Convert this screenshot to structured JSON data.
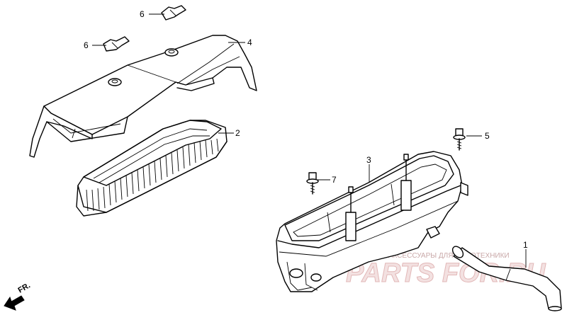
{
  "callouts": {
    "c1": "1",
    "c2": "2",
    "c3": "3",
    "c4": "4",
    "c5": "5",
    "c6a": "6",
    "c6b": "6",
    "c7": "7"
  },
  "direction": {
    "label": "FR."
  },
  "watermark": {
    "tagline": "ЗАПЧАСТИ И АКСЕССУАРЫ ДЛЯ МОТОТЕХНИКИ",
    "brand": "PARTS FOR.RU"
  }
}
